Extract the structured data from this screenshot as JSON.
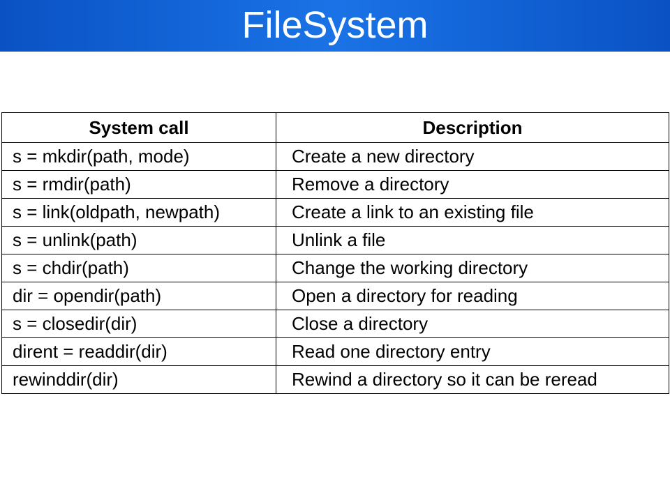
{
  "slide": {
    "title": "FileSystem",
    "accent_color": "#1a6fe0"
  },
  "table": {
    "headers": [
      "System call",
      "Description"
    ],
    "rows": [
      {
        "call": "s = mkdir(path, mode)",
        "description": "Create a new directory"
      },
      {
        "call": "s = rmdir(path)",
        "description": "Remove a directory"
      },
      {
        "call": "s = link(oldpath, newpath)",
        "description": "Create a link to an existing file"
      },
      {
        "call": "s = unlink(path)",
        "description": "Unlink a file"
      },
      {
        "call": "s = chdir(path)",
        "description": "Change the working directory"
      },
      {
        "call": "dir = opendir(path)",
        "description": "Open a directory for reading"
      },
      {
        "call": "s = closedir(dir)",
        "description": "Close a directory"
      },
      {
        "call": "dirent = readdir(dir)",
        "description": "Read one directory entry"
      },
      {
        "call": "rewinddir(dir)",
        "description": "Rewind a directory so it can be reread"
      }
    ]
  }
}
